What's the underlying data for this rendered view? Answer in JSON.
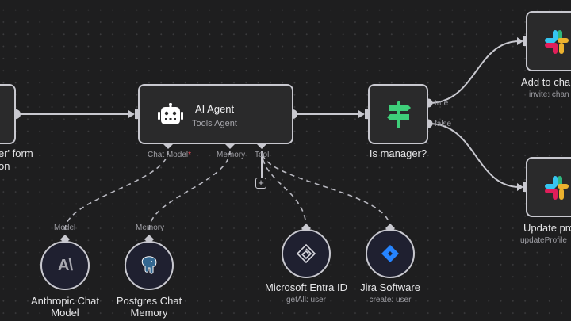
{
  "canvas": {
    "background": "#1e1e1f",
    "edge_color": "#c8c8cf"
  },
  "nodes": {
    "form_trigger": {
      "label_line1": "er' form",
      "label_line2": "on"
    },
    "ai_agent": {
      "title": "AI Agent",
      "subtitle": "Tools Agent",
      "icon": "robot-icon",
      "ports": {
        "chat_model": "Chat Model",
        "chat_model_required": "*",
        "memory": "Memory",
        "tool": "Tool"
      }
    },
    "is_manager": {
      "label": "Is manager?",
      "icon": "signpost-icon",
      "icon_color": "#3ecf7a",
      "outputs": {
        "true": "true",
        "false": "false"
      }
    },
    "add_to_channel": {
      "label": "Add to cha",
      "sublabel": "invite: chan",
      "icon": "slack-icon"
    },
    "update_profile": {
      "label": "Update pro",
      "sublabel": "updateProfile",
      "icon": "slack-icon"
    },
    "anthropic": {
      "port_label": "Model",
      "label_line1": "Anthropic Chat",
      "label_line2": "Model",
      "icon": "anthropic-icon",
      "icon_text": "A\\"
    },
    "postgres": {
      "port_label": "Memory",
      "label_line1": "Postgres Chat",
      "label_line2": "Memory",
      "icon": "postgres-elephant-icon"
    },
    "entra": {
      "label": "Microsoft Entra ID",
      "sublabel": "getAll: user",
      "icon": "entra-id-icon"
    },
    "jira": {
      "label": "Jira Software",
      "sublabel": "create: user",
      "icon": "jira-icon",
      "icon_color": "#2684ff"
    }
  },
  "add_tool_button": "+"
}
